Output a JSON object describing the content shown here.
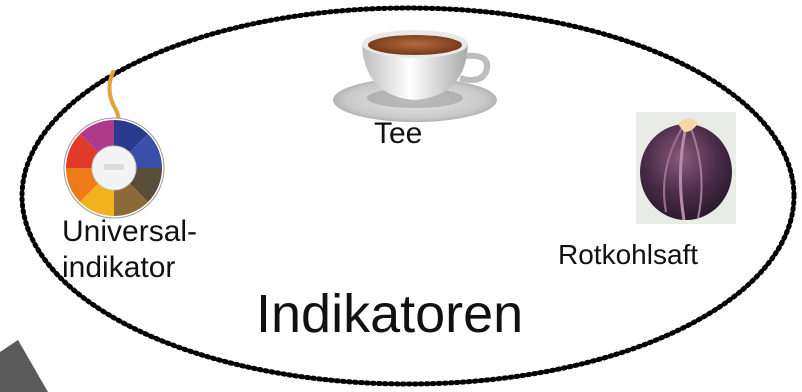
{
  "diagram": {
    "title": "Indikatoren",
    "items": {
      "tea": {
        "label": "Tee",
        "icon": "tea-cup-icon"
      },
      "universal": {
        "label_line1": "Universal-",
        "label_line2": "indikator",
        "icon": "ph-color-wheel-icon"
      },
      "cabbage": {
        "label": "Rotkohlsaft",
        "icon": "red-cabbage-icon"
      }
    }
  },
  "colors": {
    "outline": "#000000",
    "corner_shape": "#555555"
  }
}
